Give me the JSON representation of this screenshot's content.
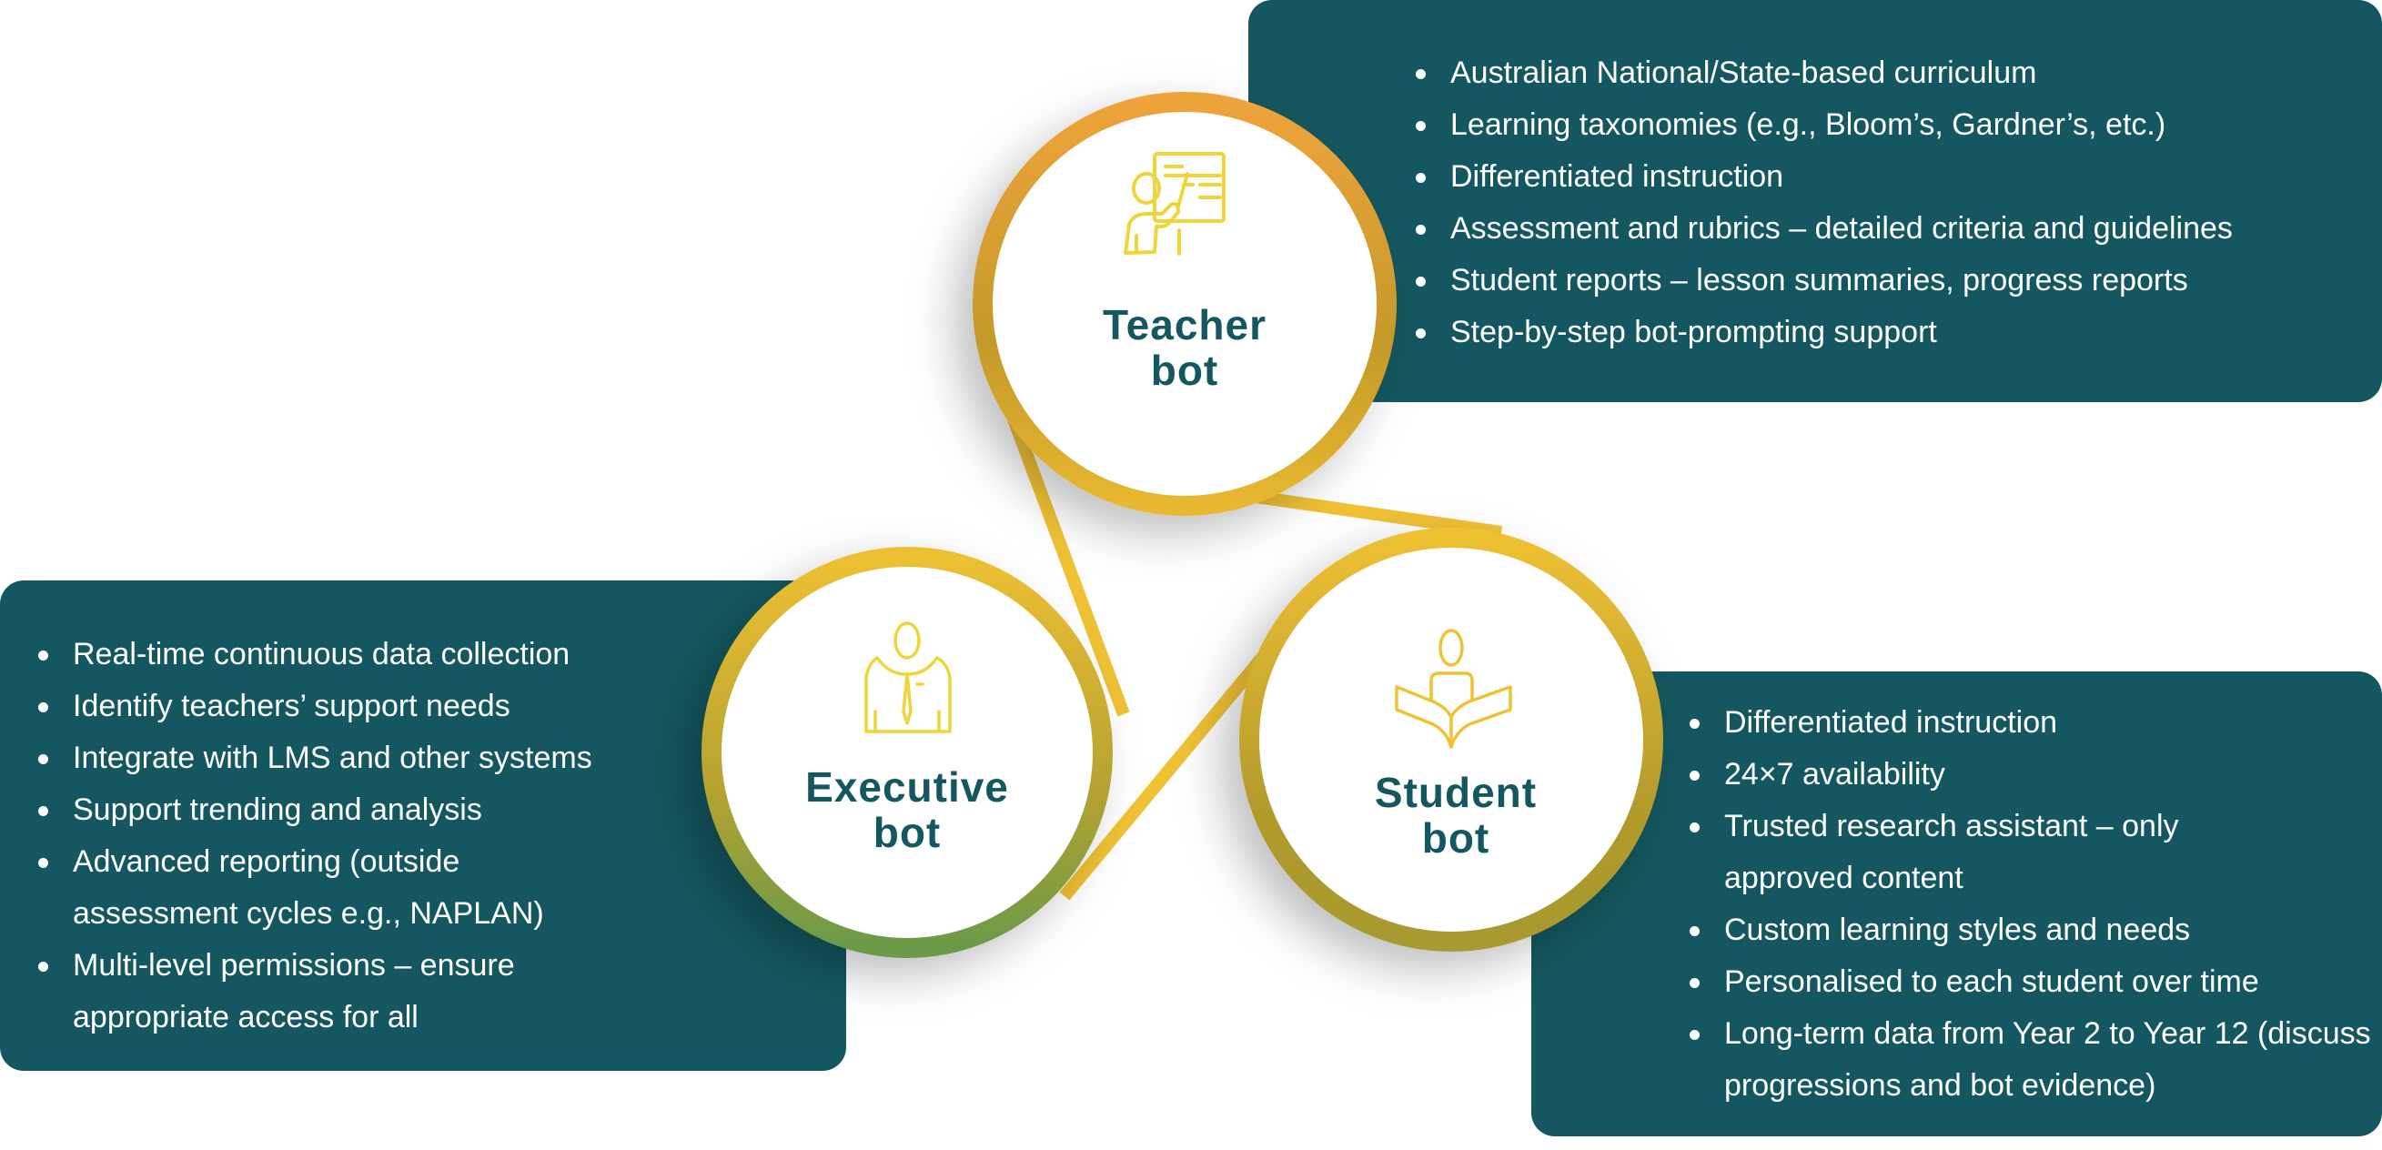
{
  "teacher": {
    "title_line1": "Teacher",
    "title_line2": "bot",
    "icon": "teacher-at-board-icon",
    "items": [
      "Australian National/State-based curriculum",
      "Learning taxonomies (e.g., Bloom’s, Gardner’s, etc.)",
      "Differentiated instruction",
      "Assessment and rubrics – detailed criteria and guidelines",
      "Student reports – lesson summaries, progress reports",
      "Step-by-step bot-prompting support"
    ]
  },
  "executive": {
    "title_line1": "Executive",
    "title_line2": "bot",
    "icon": "businessperson-icon",
    "items": [
      "Real-time continuous data collection",
      "Identify teachers’ support needs",
      "Integrate with LMS and other systems",
      "Support trending and analysis",
      "Advanced reporting (outside assessment cycles e.g., NAPLAN)",
      "Multi-level permissions – ensure appropriate access for all"
    ]
  },
  "student": {
    "title_line1": "Student",
    "title_line2": "bot",
    "icon": "student-reading-icon",
    "items": [
      "Differentiated instruction",
      "24×7 availability",
      "Trusted research assistant – only approved content",
      "Custom learning styles and needs",
      "Personalised to each student over time",
      "Long-term data from Year 2 to Year 12 (discuss progressions and bot evidence)"
    ]
  },
  "colors": {
    "teal": "#145760",
    "gold": "#f0c233",
    "orange": "#eea33a",
    "green": "#6a9a48"
  }
}
